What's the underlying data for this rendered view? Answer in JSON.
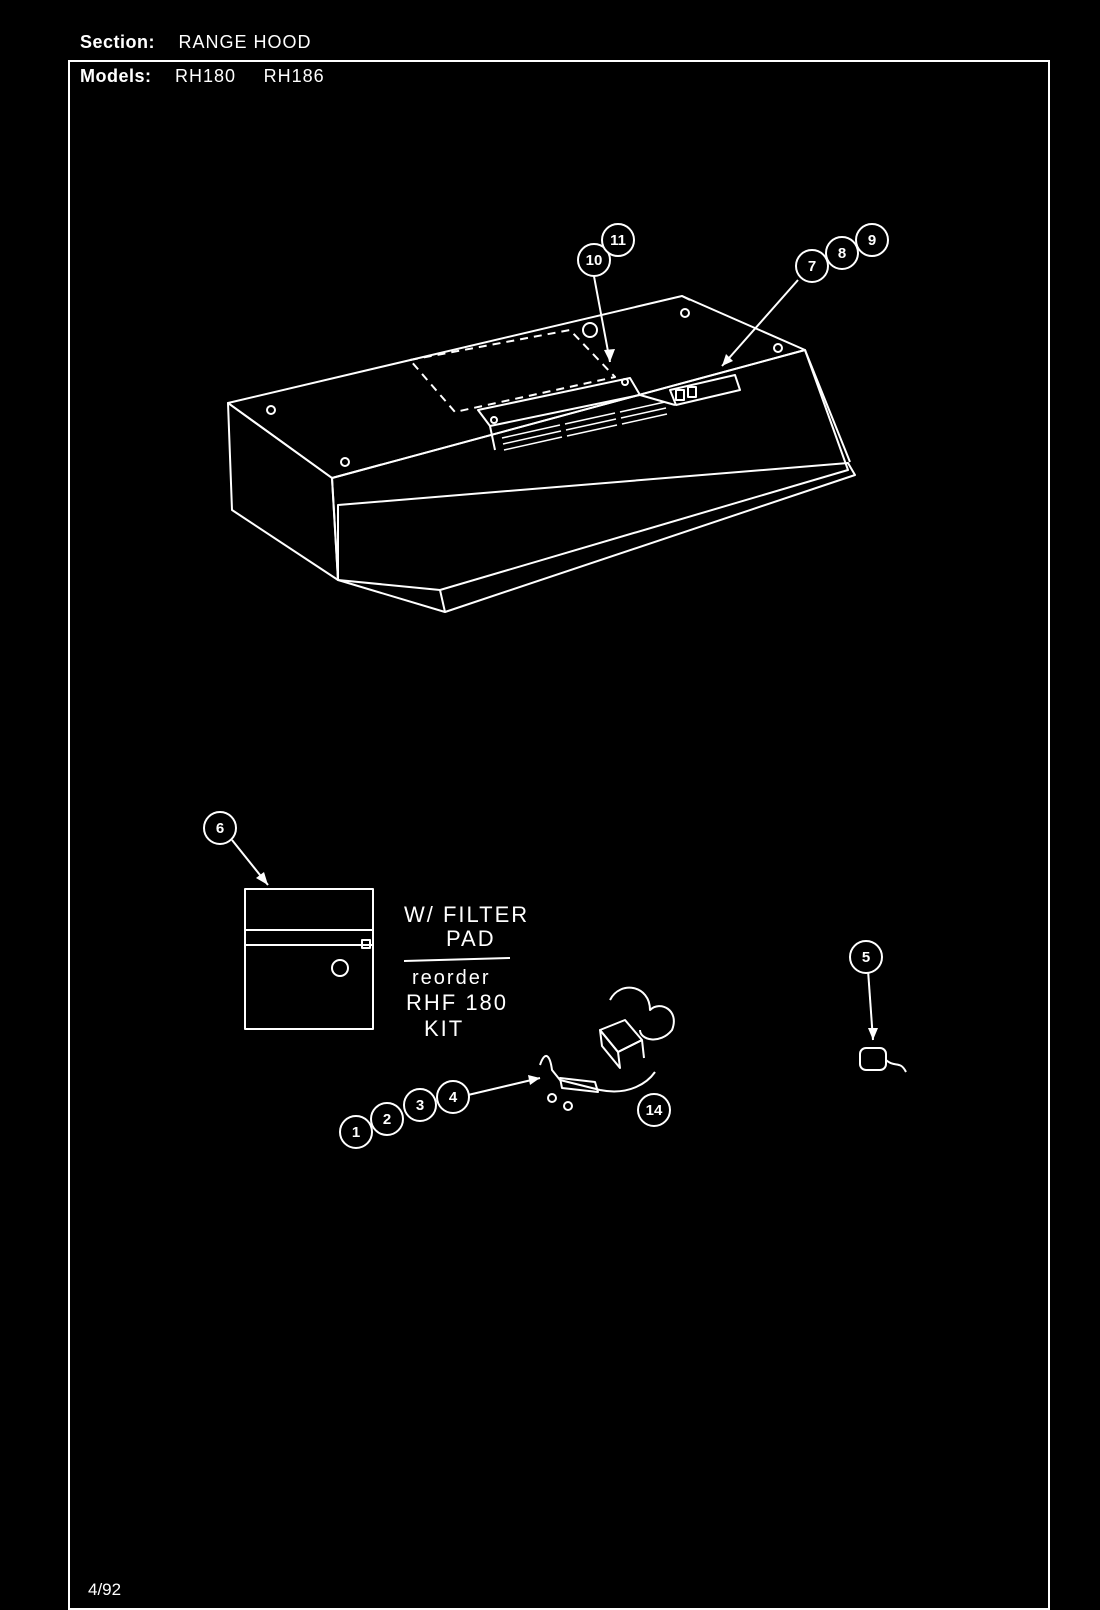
{
  "header": {
    "section_label": "Section:",
    "section_value": "RANGE HOOD",
    "models_label": "Models:",
    "models": [
      "RH180",
      "RH186"
    ]
  },
  "footer": {
    "date": "4/92"
  },
  "note": {
    "line1": "W/ FILTER",
    "line2": "PAD",
    "line3": "reorder",
    "line4": "RHF 180",
    "line5": "KIT"
  },
  "callouts": {
    "c1": "1",
    "c2": "2",
    "c3": "3",
    "c4": "4",
    "c5": "5",
    "c6": "6",
    "c7": "7",
    "c8": "8",
    "c9": "9",
    "c10": "10",
    "c11": "11",
    "c14": "14"
  },
  "colors": {
    "background": "#000000",
    "ink": "#ffffff"
  }
}
